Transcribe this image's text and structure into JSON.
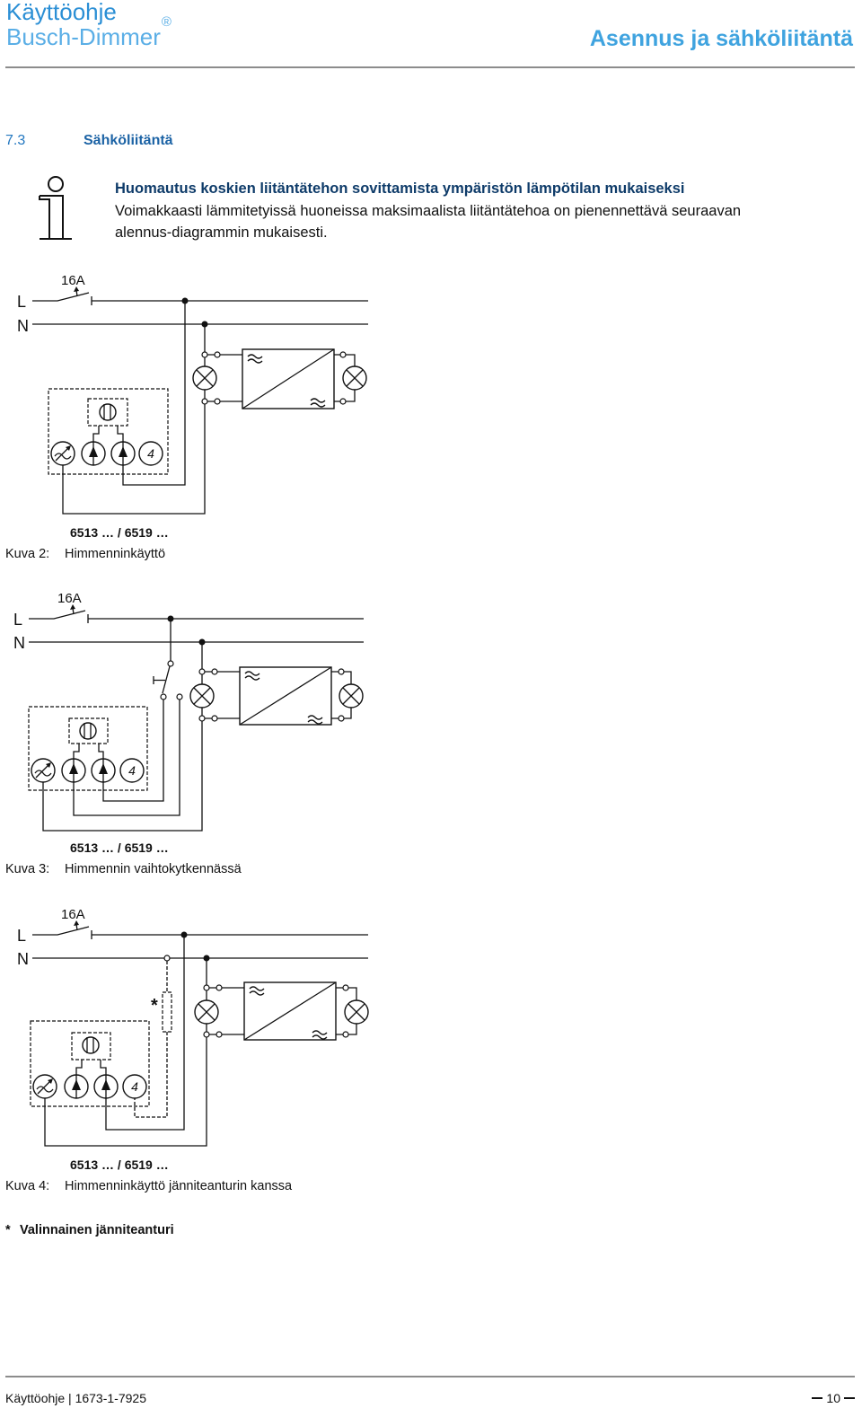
{
  "header": {
    "title": "Käyttöohje",
    "product": "Busch-Dimmer",
    "product_mark": "®",
    "chapter": "Asennus ja sähköliitäntä"
  },
  "section": {
    "number": "7.3",
    "title": "Sähköliitäntä"
  },
  "note": {
    "icon": "info-icon",
    "heading": "Huomautus koskien liitäntätehon sovittamista ympäristön lämpötilan mukaiseksi",
    "lines": [
      "Voimakkaasti lämmitetyissä huoneissa maksimaalista liitäntätehoa on pienennettävä seuraavan",
      "alennus-diagrammin mukaisesti."
    ]
  },
  "figures": [
    {
      "fuse": "16A",
      "phase": "L",
      "neutral": "N",
      "terminal_4": "4",
      "model": "6513 … / 6519 …",
      "label": "Kuva 2:",
      "caption": "Himmenninkäyttö"
    },
    {
      "fuse": "16A",
      "phase": "L",
      "neutral": "N",
      "terminal_4": "4",
      "model": "6513 … / 6519 …",
      "label": "Kuva 3:",
      "caption": "Himmennin vaihtokytkennässä"
    },
    {
      "fuse": "16A",
      "phase": "L",
      "neutral": "N",
      "terminal_4": "4",
      "sensor_mark": "*",
      "model": "6513 … / 6519 …",
      "label": "Kuva 4:",
      "caption": "Himmenninkäyttö jänniteanturin kanssa"
    }
  ],
  "footnote": {
    "mark": "*",
    "text": "Valinnainen jänniteanturi"
  },
  "footer": {
    "document": "Käyttöohje | 1673-1-7925",
    "page": "10"
  },
  "colors": {
    "title": "#2b8fd5",
    "product": "#5aaee6",
    "chapter": "#3fa3df",
    "section-number": "#2277c0",
    "section-title": "#1c63a5",
    "note-heading": "#0e3b69",
    "rule": "#8c8c8c",
    "ink": "#111111"
  }
}
